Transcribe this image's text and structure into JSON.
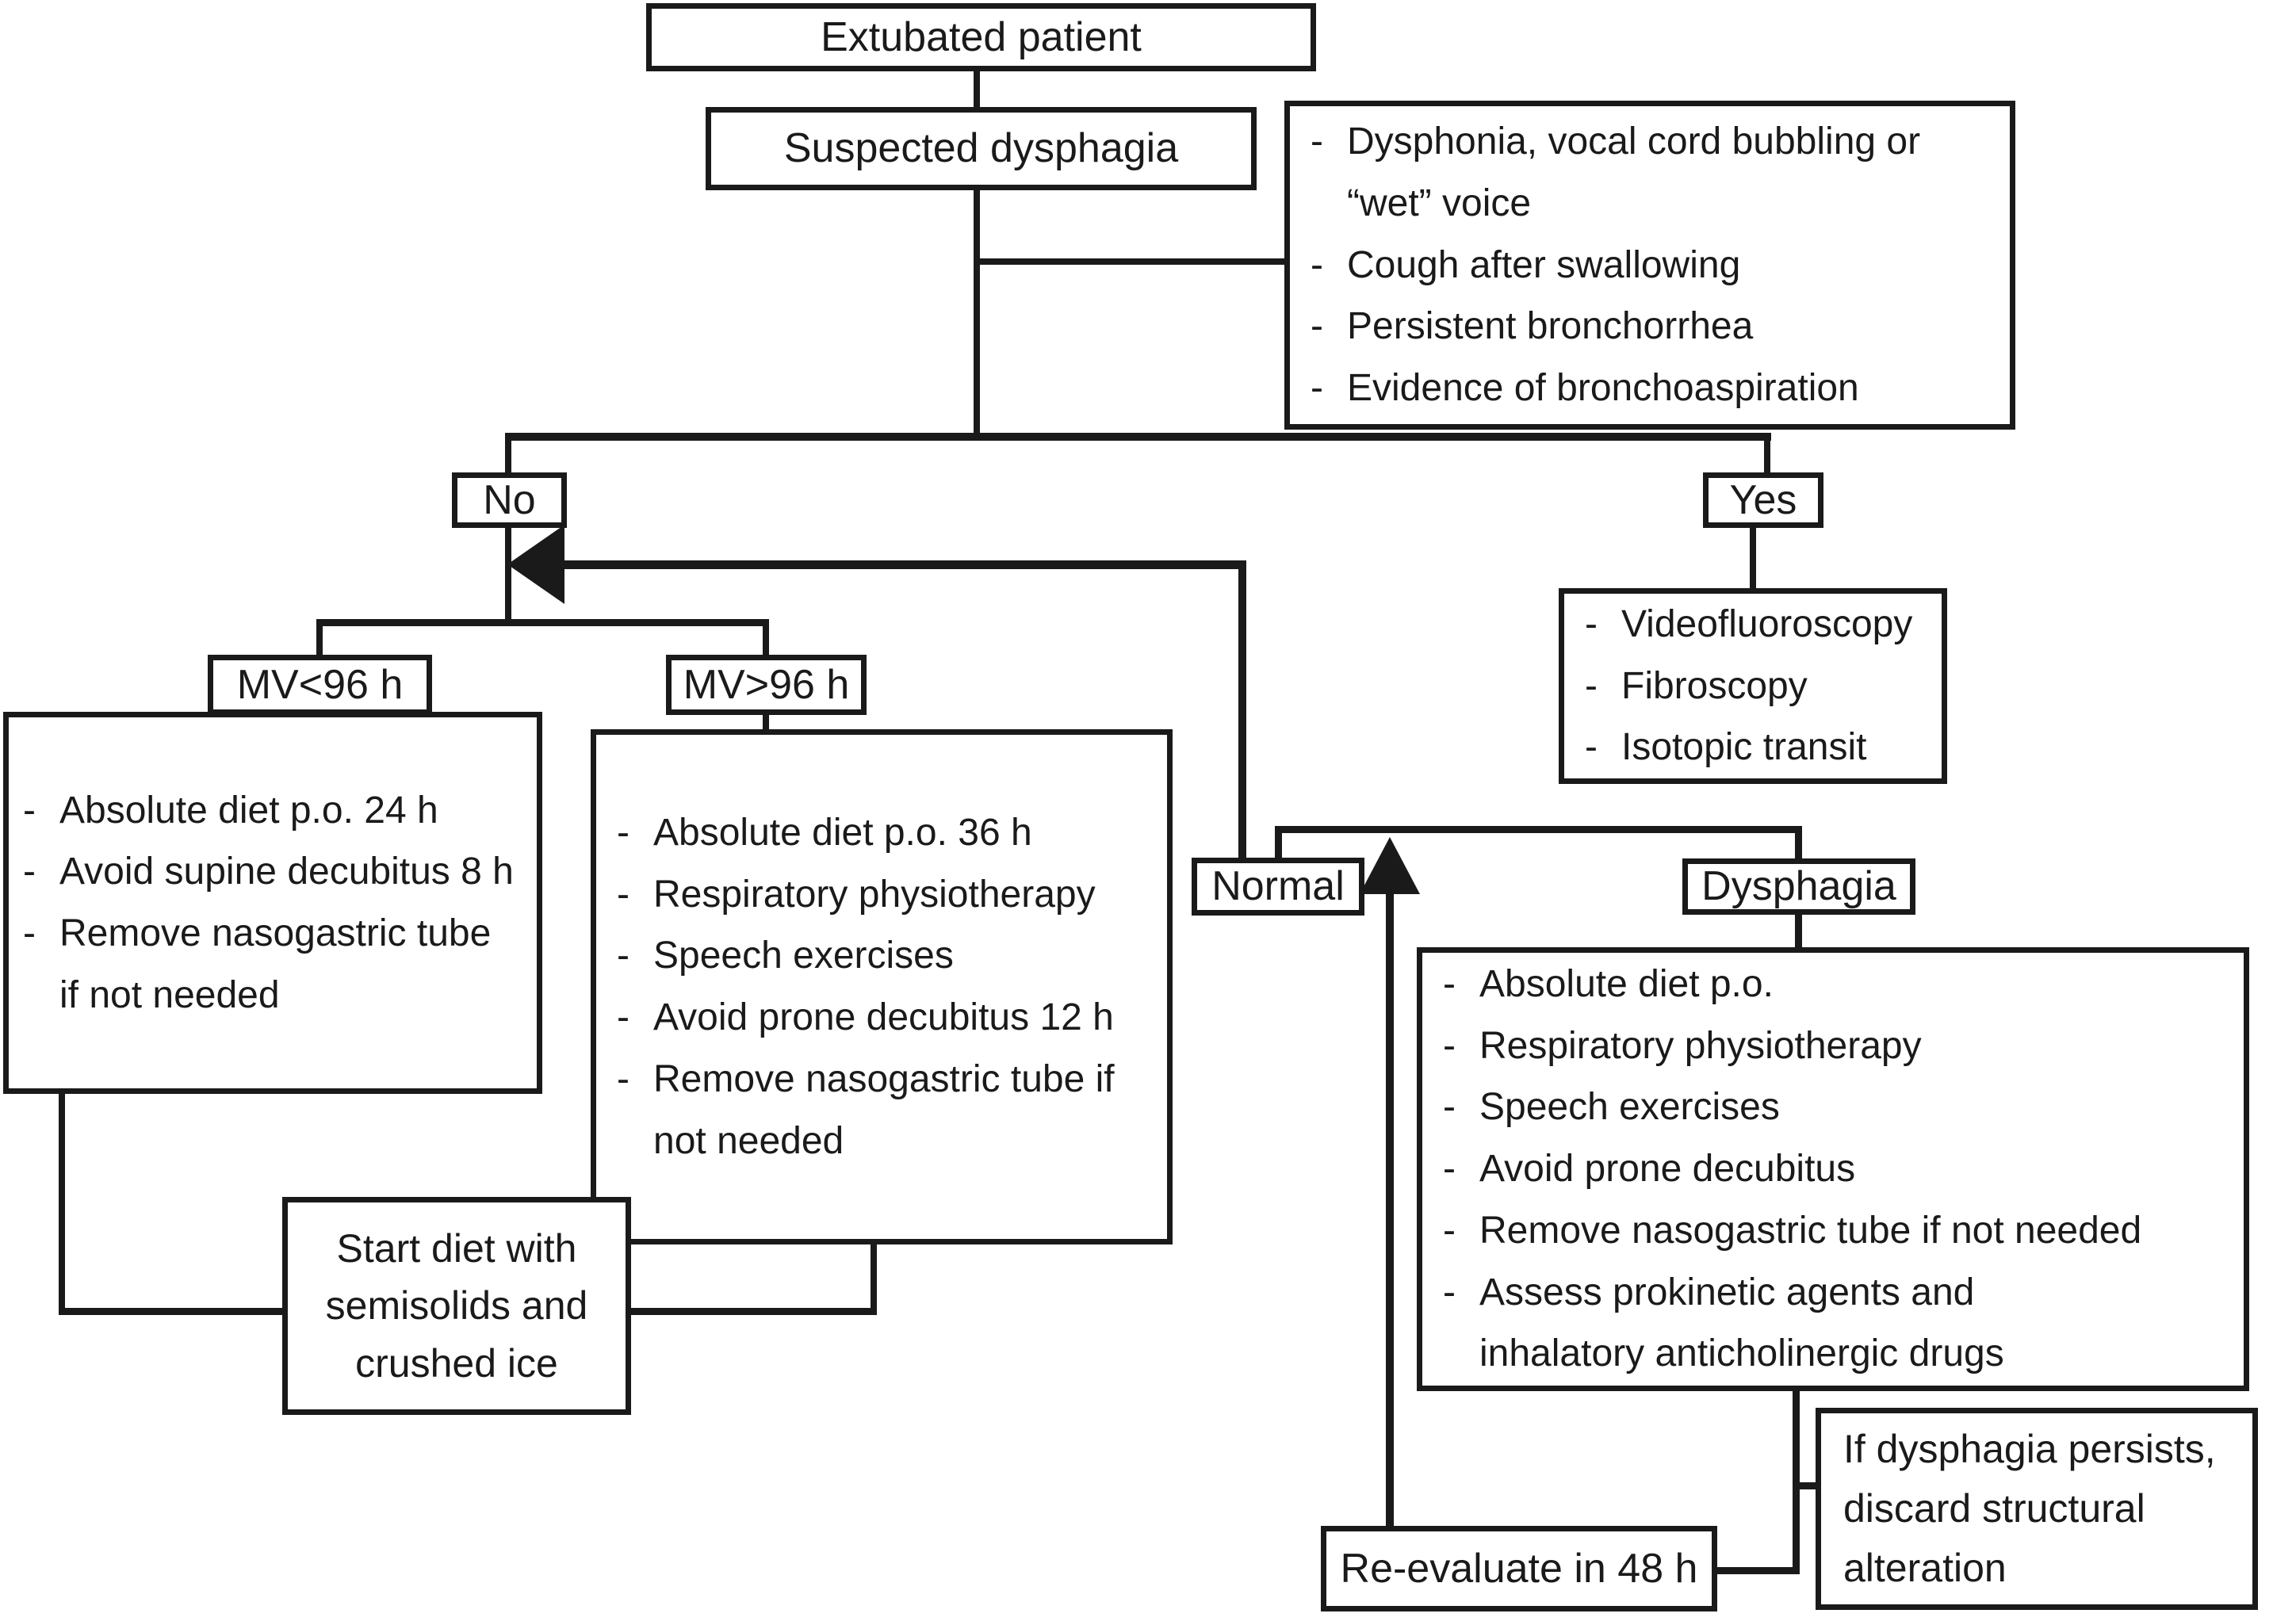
{
  "diagram": {
    "title": "Extubated patient dysphagia management flowchart",
    "colors": {
      "background": "#ffffff",
      "line": "#1a1a1a",
      "box_fill": "#ffffff"
    },
    "nodes": {
      "extubated": {
        "label": "Extubated patient"
      },
      "suspected": {
        "label": "Suspected dysphagia"
      },
      "symptoms": {
        "items": [
          "Dysphonia, vocal cord bubbling or\n“wet” voice",
          "Cough after swallowing",
          "Persistent bronchorrhea",
          "Evidence of bronchoaspiration"
        ]
      },
      "no_branch": {
        "label": "No"
      },
      "yes_branch": {
        "label": "Yes"
      },
      "mv_less": {
        "label": "MV<96 h"
      },
      "mv_greater": {
        "label": "MV>96 h"
      },
      "left_actions": {
        "items": [
          "Absolute diet p.o. 24 h",
          "Avoid supine decubitus 8 h",
          "Remove nasogastric tube\nif not needed"
        ]
      },
      "mid_actions": {
        "items": [
          "Absolute diet p.o. 36 h",
          "Respiratory physiotherapy",
          "Speech exercises",
          "Avoid prone decubitus 12 h",
          "Remove nasogastric tube if\nnot needed"
        ]
      },
      "tests": {
        "items": [
          "Videofluoroscopy",
          "Fibroscopy",
          "Isotopic transit"
        ]
      },
      "normal": {
        "label": "Normal"
      },
      "dysphagia": {
        "label": "Dysphagia"
      },
      "dysphagia_actions": {
        "items": [
          "Absolute diet p.o.",
          "Respiratory physiotherapy",
          "Speech exercises",
          "Avoid prone decubitus",
          "Remove nasogastric tube if not needed",
          "Assess prokinetic agents and\ninhalatory anticholinergic drugs"
        ]
      },
      "start_diet": {
        "label": "Start diet with\nsemisolids and\ncrushed ice"
      },
      "reevaluate": {
        "label": "Re-evaluate in 48 h"
      },
      "persists": {
        "label": "If dysphagia persists,\ndiscard structural\nalteration"
      }
    }
  }
}
